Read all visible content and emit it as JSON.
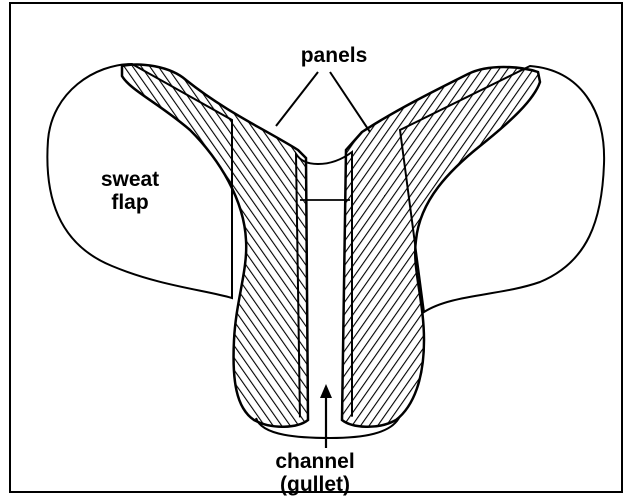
{
  "diagram": {
    "labels": {
      "panels": "panels",
      "sweat_flap_line1": "sweat",
      "sweat_flap_line2": "flap",
      "channel_line1": "channel",
      "channel_line2": "(gullet)"
    },
    "colors": {
      "ink": "#000000",
      "paper": "#ffffff"
    }
  }
}
